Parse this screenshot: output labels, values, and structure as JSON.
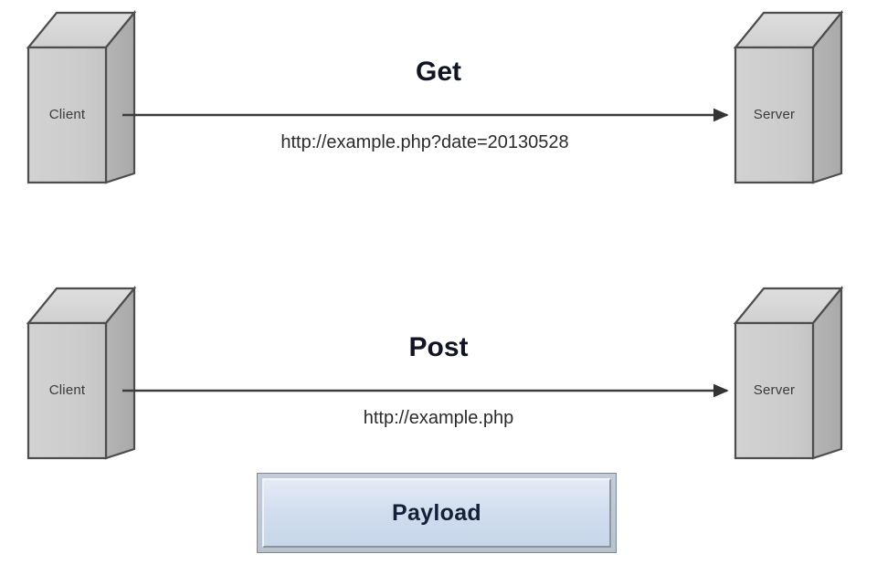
{
  "diagram": {
    "title_hidden": "",
    "background_color": "#ffffff",
    "box_colors": {
      "front_face": "#cccccc",
      "top_face": "#d8d8d8",
      "side_face": "#b2b2b2",
      "outline": "#4d4d4d"
    },
    "accent_colors": {
      "method_text": "#111424",
      "url_text": "#2b2b2b",
      "node_text": "#3a3a3a",
      "payload_fill": "#d4e2f2",
      "payload_bevel": "#b9c3d0",
      "payload_text": "#13203a",
      "arrow": "#3c3c3c"
    },
    "rows": [
      {
        "id": "get-row",
        "method": "Get",
        "url": "http://example.php?date=20130528",
        "source": "Client",
        "target": "Server",
        "has_payload": false
      },
      {
        "id": "post-row",
        "method": "Post",
        "url": "http://example.php",
        "source": "Client",
        "target": "Server",
        "has_payload": true,
        "payload_label": "Payload"
      }
    ]
  }
}
